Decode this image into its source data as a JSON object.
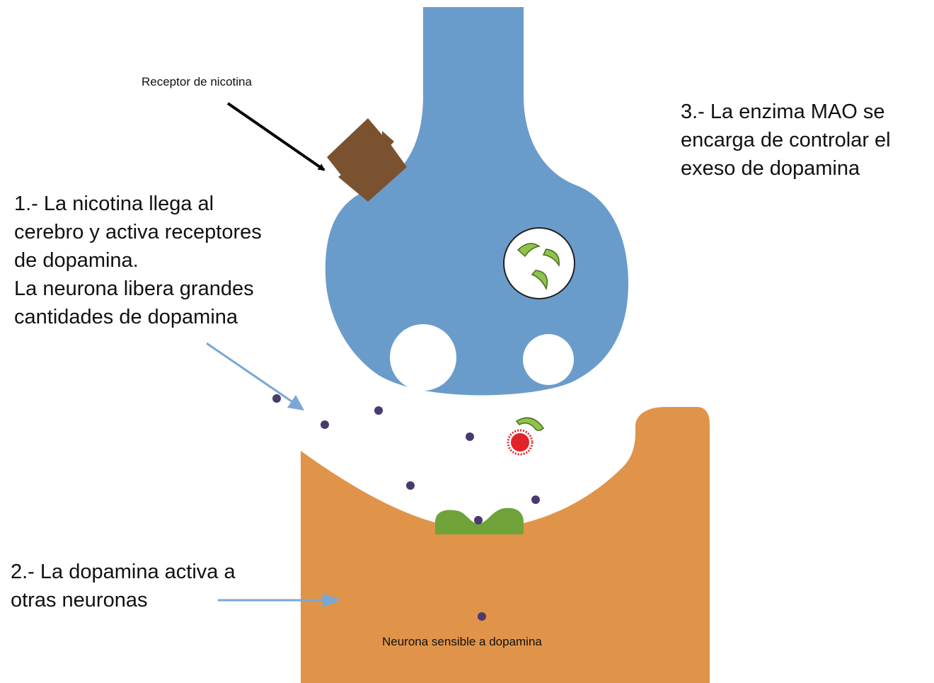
{
  "labels": {
    "receptor_nicotina": "Receptor de nicotina",
    "step1_line1": "1.- La nicotina llega al",
    "step1_line2": "cerebro y activa receptores",
    "step1_line3": "de dopamina.",
    "step1_line4": "La neurona libera grandes",
    "step1_line5": "cantidades de dopamina",
    "step2_line1": "2.- La dopamina activa a",
    "step2_line2": "otras neuronas",
    "step3_line1": "3.- La enzima MAO se",
    "step3_line2": "encarga de controlar el",
    "step3_line3": "exeso de dopamina",
    "neurona_sensible": "Neurona sensible a dopamina"
  },
  "colors": {
    "presynaptic_neuron": "#6a9ccb",
    "postsynaptic_neuron": "#e0944a",
    "nicotine_receptor": "#7a5230",
    "dopamine_receptor": "#6fa33a",
    "dopamine_molecule": "#4a3a70",
    "mao_enzyme": "#e0242a",
    "vesicle_content": "#8ec448",
    "pointer_arrow_blue": "#7aa7d6",
    "pointer_arrow_black": "#000000"
  }
}
